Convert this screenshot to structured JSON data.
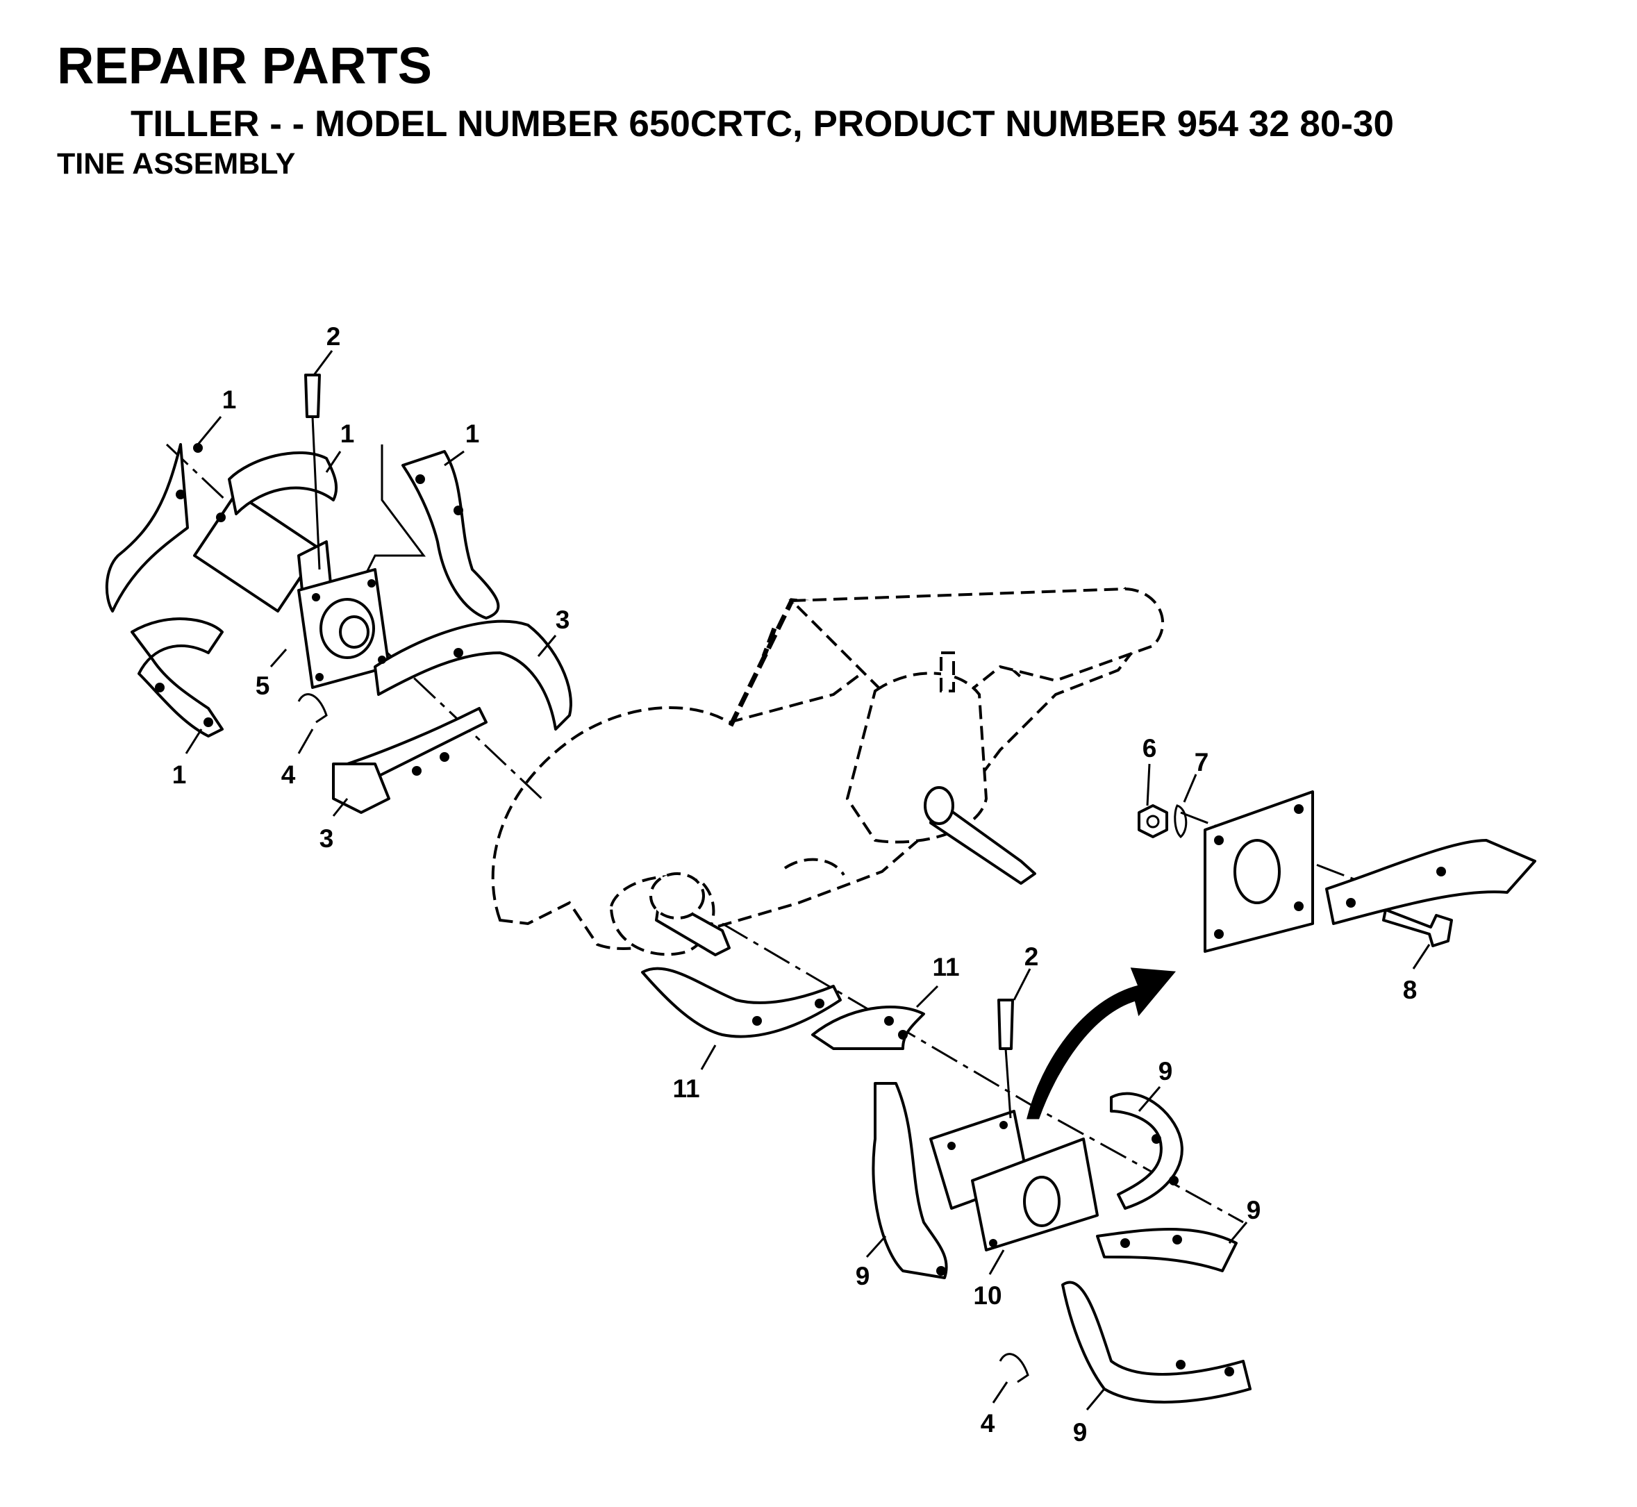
{
  "header": {
    "title": "REPAIR PARTS",
    "subtitle": "TILLER - - MODEL NUMBER 650CRTC, PRODUCT NUMBER 954 32 80-30",
    "section": "TINE ASSEMBLY"
  },
  "callouts": [
    "2",
    "1",
    "1",
    "1",
    "5",
    "4",
    "1",
    "3",
    "3",
    "6",
    "7",
    "8",
    "11",
    "11",
    "2",
    "9",
    "9",
    "9",
    "10",
    "4",
    "9"
  ]
}
